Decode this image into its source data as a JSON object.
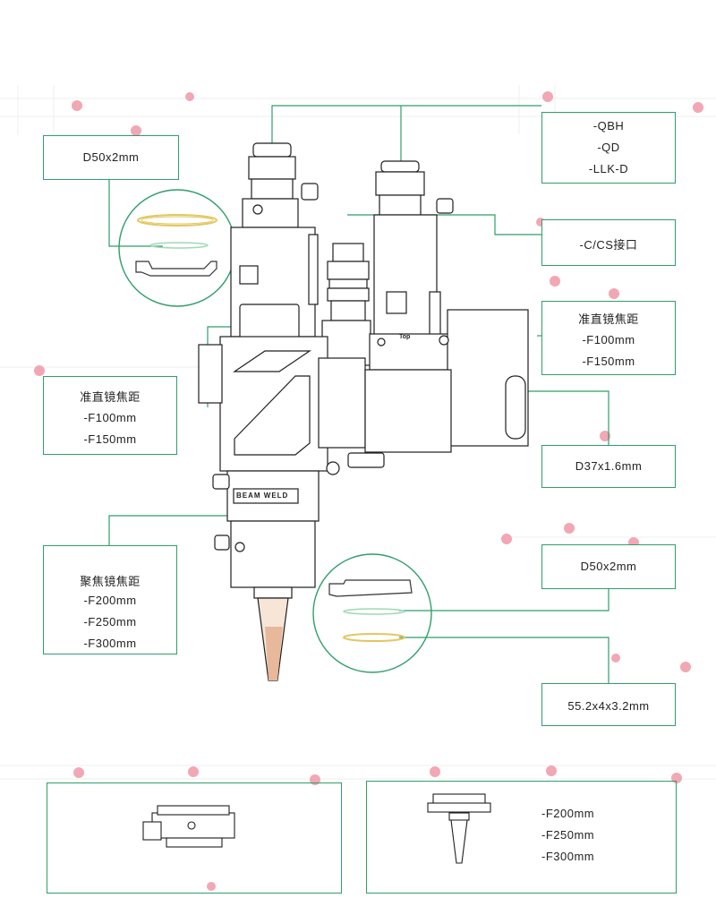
{
  "labels": {
    "top_left_seal": "D50x2mm",
    "fiber_interfaces": [
      "-QBH",
      "-QD",
      "-LLK-D"
    ],
    "camera_interface": "-C/CS接口",
    "right_collimator": [
      "准直镜焦距",
      "-F100mm",
      "-F150mm"
    ],
    "left_collimator": [
      "准直镜焦距",
      "-F100mm",
      "-F150mm"
    ],
    "right_seal": "D37x1.6mm",
    "focus_lens": [
      "聚焦镜焦距",
      "-F200mm",
      "-F250mm",
      "-F300mm"
    ],
    "bottom_right_seal": "D50x2mm",
    "bottom_window": "55.2x4x3.2mm",
    "nozzle_focal": [
      "-F200mm",
      "-F250mm",
      "-F300mm"
    ]
  },
  "device_marks": {
    "body_brand": "BEAM WELD",
    "top_arrow": "Top"
  },
  "colors": {
    "accent": "#2e9e6b",
    "line": "#1f1f1f",
    "seal_gold": "#e3c760",
    "seal_green": "#9fd8b8",
    "nozzle_copper": "#e8b89a"
  }
}
